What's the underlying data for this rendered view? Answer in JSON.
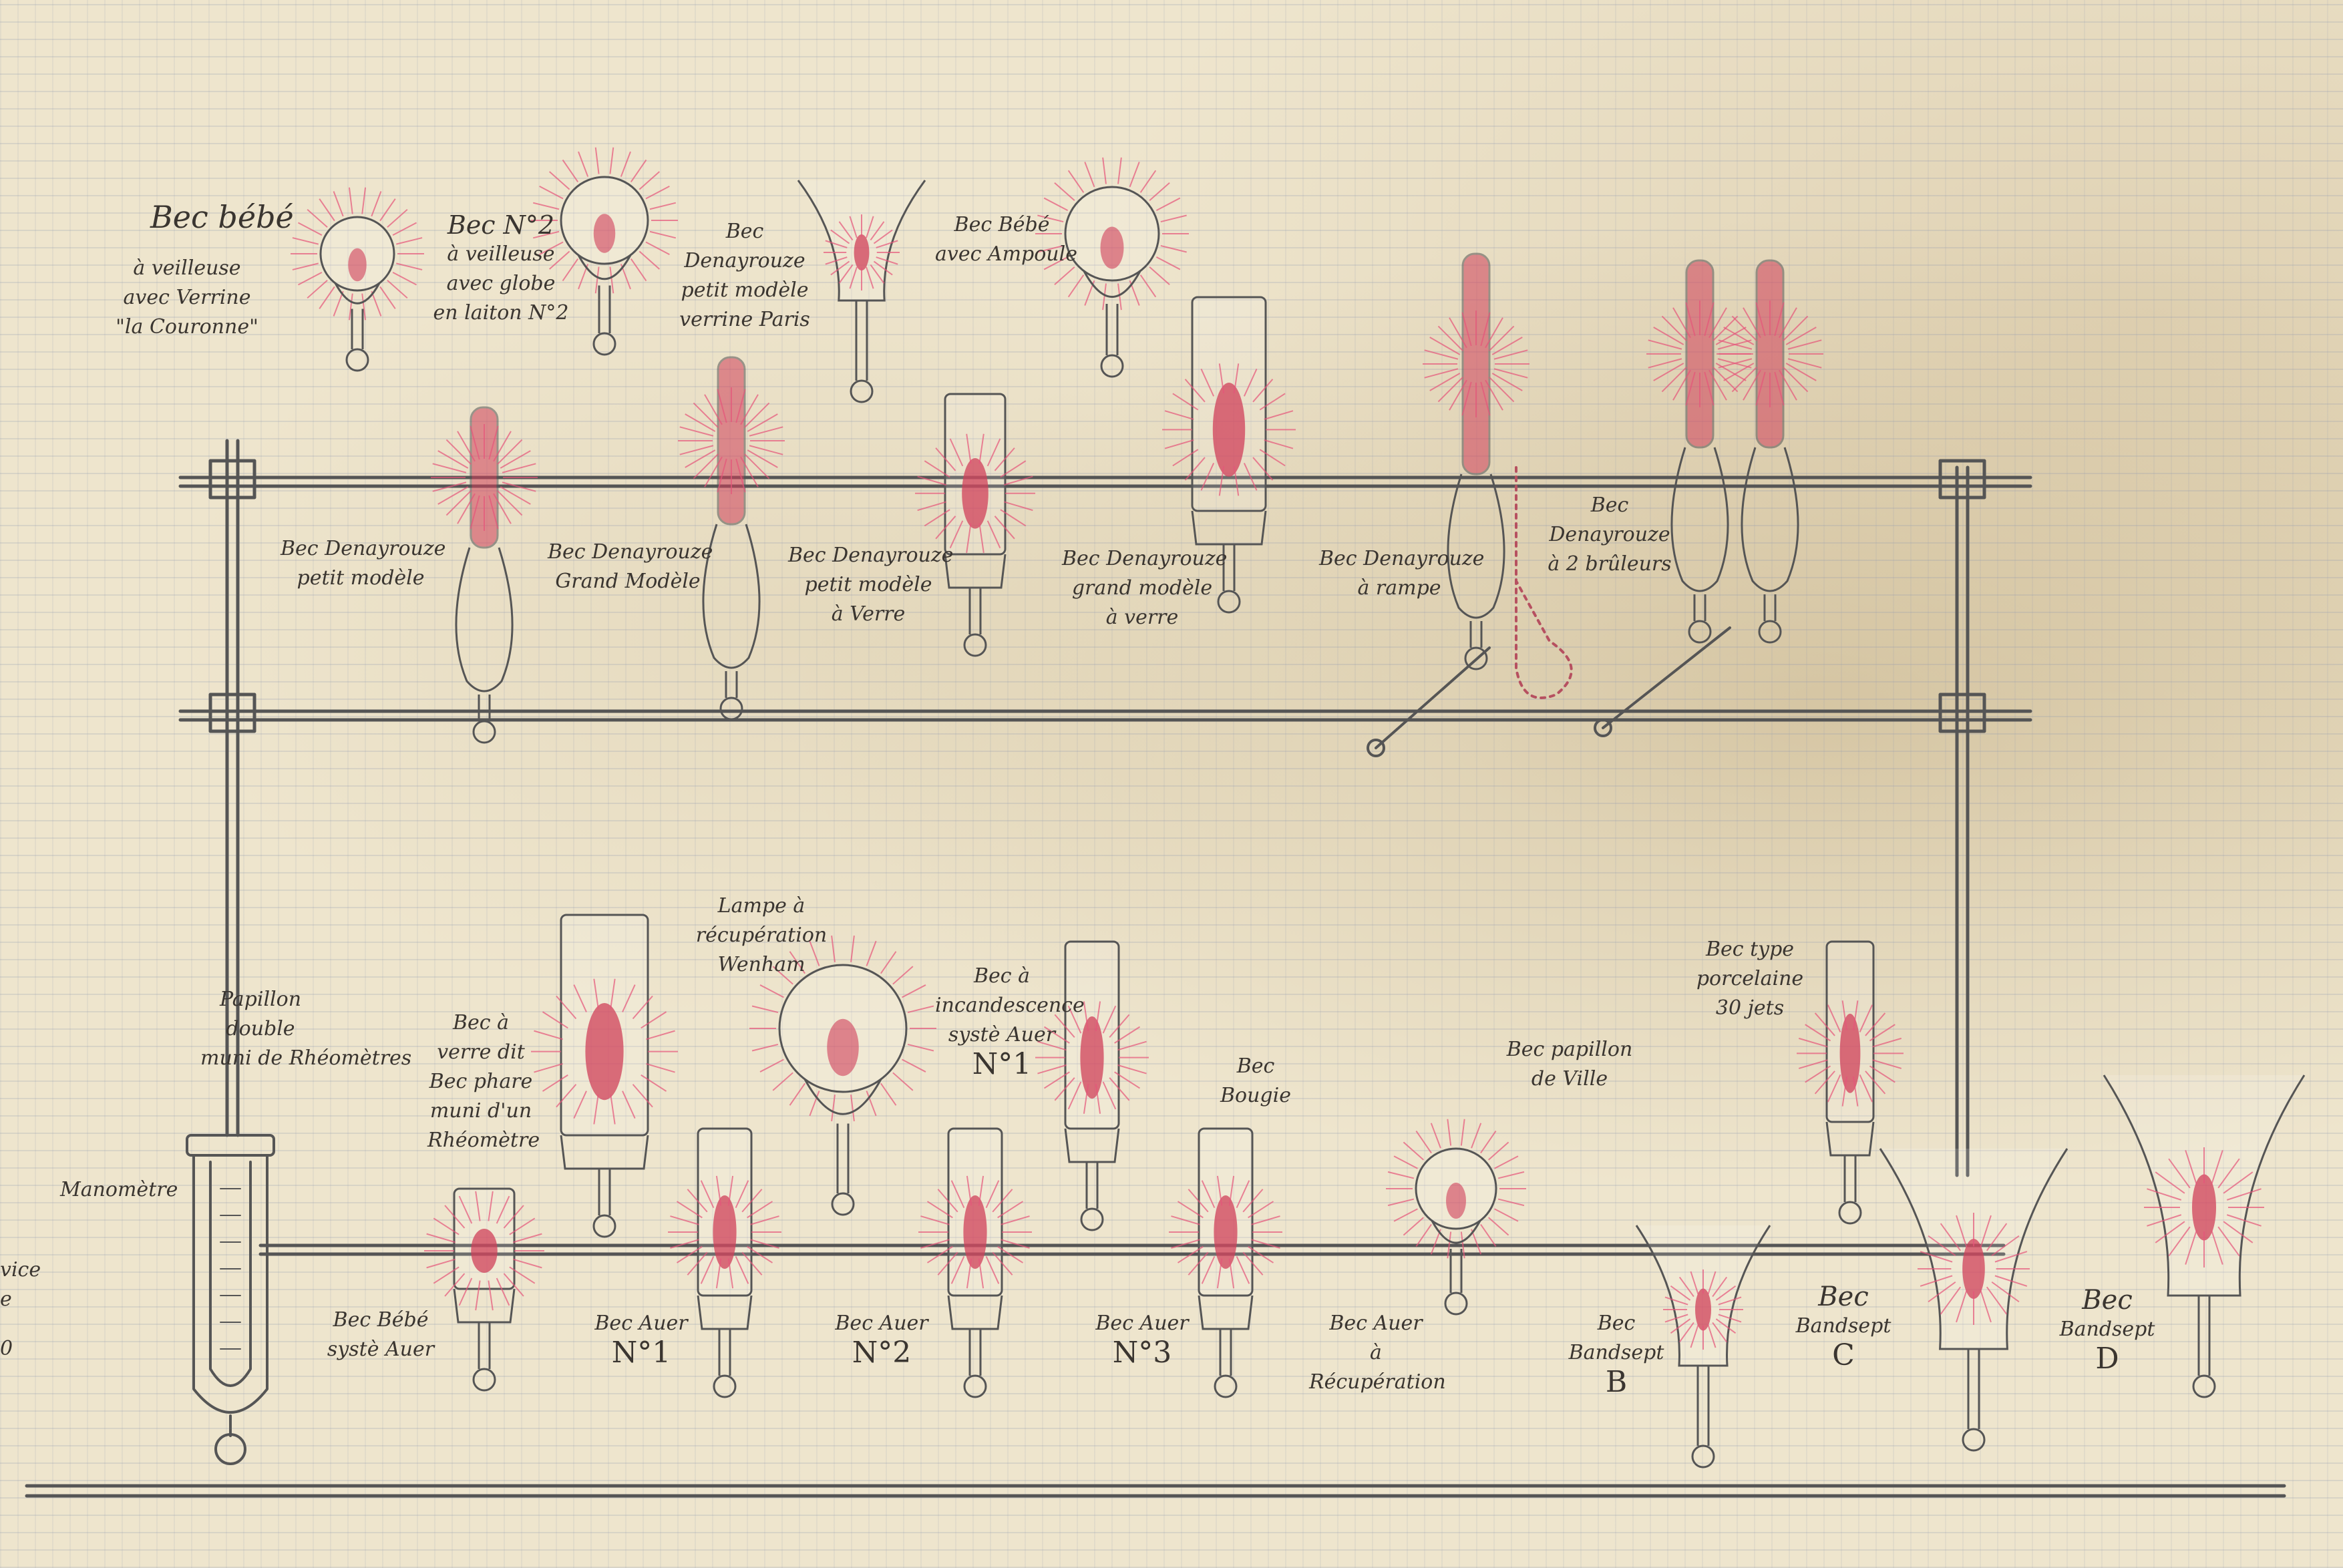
{
  "colors": {
    "paper": "#eee5cd",
    "ink": "#3a3530",
    "flame": "#d0405a",
    "rays": "#e6557a"
  },
  "top_row_upper": {
    "bebe": [
      "Bec bébé",
      "à veilleuse",
      "avec Verrine",
      "\"la Couronne\""
    ],
    "no2": [
      "Bec N°2",
      "à veilleuse",
      "avec globe",
      "en laiton N°2"
    ],
    "denayrouze": [
      "Bec",
      "Denayrouze",
      "petit modèle",
      "verrine Paris"
    ],
    "ampoule": [
      "Bec Bébé",
      "avec Ampoule"
    ],
    "double": [
      "Bec",
      "Denayrouze",
      "à 2 brûleurs"
    ]
  },
  "top_row_lower": {
    "petit": [
      "Bec Denayrouze",
      "petit modèle"
    ],
    "grand": [
      "Bec Denayrouze",
      "Grand Modèle"
    ],
    "petit_verre": [
      "Bec Denayrouze",
      "petit modèle",
      "à Verre"
    ],
    "grand_verre": [
      "Bec Denayrouze",
      "grand modèle",
      "à verre"
    ],
    "rampe": [
      "Bec Denayrouze",
      "à rampe"
    ]
  },
  "bottom_row_upper": {
    "papillon_double": [
      "Papillon",
      "double",
      "muni de Rhéomètres"
    ],
    "phare": [
      "Bec à",
      "verre dit",
      "Bec phare",
      "muni d'un",
      "Rhéomètre"
    ],
    "wenham": [
      "Lampe à",
      "récupération",
      "Wenham"
    ],
    "incandescence": [
      "Bec à",
      "incandescence",
      "systè Auer",
      "N°1"
    ],
    "bougie": [
      "Bec",
      "Bougie"
    ],
    "papillon_ville": [
      "Bec papillon",
      "de Ville"
    ],
    "porcelaine": [
      "Bec type",
      "porcelaine",
      "30 jets"
    ]
  },
  "bottom_row_lower": {
    "manometre": "Manomètre",
    "bebe_auer": [
      "Bec Bébé",
      "systè Auer"
    ],
    "auer1": [
      "Bec Auer",
      "N°1"
    ],
    "auer2": [
      "Bec Auer",
      "N°2"
    ],
    "auer3": [
      "Bec Auer",
      "N°3"
    ],
    "recuperation": [
      "Bec Auer",
      "à",
      "Récupération"
    ],
    "bandsept_b": [
      "Bec",
      "Bandsept",
      "B"
    ],
    "bandsept_c": [
      "Bec",
      "Bandsept",
      "C"
    ],
    "bandsept_d": [
      "Bec",
      "Bandsept",
      "D"
    ]
  },
  "edge_text": [
    "vice",
    "e",
    "0"
  ]
}
